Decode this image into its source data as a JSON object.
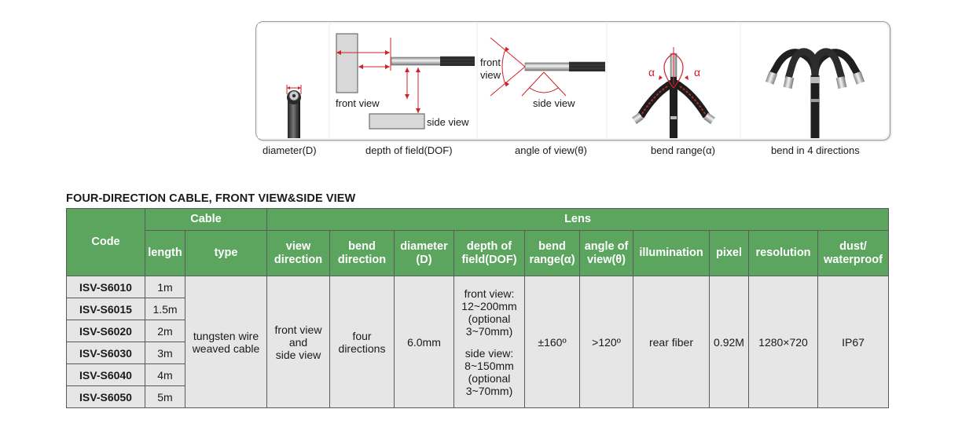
{
  "diagrams": {
    "captions": [
      "diameter(D)",
      "depth of field(DOF)",
      "angle of view(θ)",
      "bend range(α)",
      "bend in 4 directions"
    ],
    "dof_labels": {
      "front": "front view",
      "side": "side view"
    },
    "angle_labels": {
      "front_line1": "front",
      "front_line2": "view",
      "side": "side view"
    },
    "bend_symbol": "α",
    "accent_color": "#d0202a"
  },
  "title": "FOUR-DIRECTION CABLE, FRONT VIEW&SIDE VIEW",
  "table": {
    "header_color": "#5ca55f",
    "groups": {
      "code": "Code",
      "cable": "Cable",
      "lens": "Lens"
    },
    "cols": {
      "length": "length",
      "type": "type",
      "view_direction": [
        "view",
        "direction"
      ],
      "bend_direction": [
        "bend",
        "direction"
      ],
      "diameter": [
        "diameter",
        "(D)"
      ],
      "dof": [
        "depth of",
        "field(DOF)"
      ],
      "bend_range": [
        "bend",
        "range(α)"
      ],
      "angle_of_view": [
        "angle of",
        "view(θ)"
      ],
      "illumination": "illumination",
      "pixel": "pixel",
      "resolution": "resolution",
      "dust": [
        "dust/",
        "waterproof"
      ]
    },
    "rows": [
      {
        "code": "ISV-S6010",
        "length": "1m"
      },
      {
        "code": "ISV-S6015",
        "length": "1.5m"
      },
      {
        "code": "ISV-S6020",
        "length": "2m"
      },
      {
        "code": "ISV-S6030",
        "length": "3m"
      },
      {
        "code": "ISV-S6040",
        "length": "4m"
      },
      {
        "code": "ISV-S6050",
        "length": "5m"
      }
    ],
    "shared": {
      "type": [
        "tungsten wire",
        "weaved cable"
      ],
      "view_direction": [
        "front view",
        "and",
        "side view"
      ],
      "bend_direction": [
        "four",
        "directions"
      ],
      "diameter": "6.0mm",
      "dof_front": [
        "front view:",
        "12~200mm",
        "(optional",
        "3~70mm)"
      ],
      "dof_side": [
        "side view:",
        "8~150mm",
        "(optional",
        "3~70mm)"
      ],
      "bend_range": "±160º",
      "angle_of_view": ">120º",
      "illumination": "rear fiber",
      "pixel": "0.92M",
      "resolution": "1280×720",
      "dust": "IP67"
    }
  }
}
